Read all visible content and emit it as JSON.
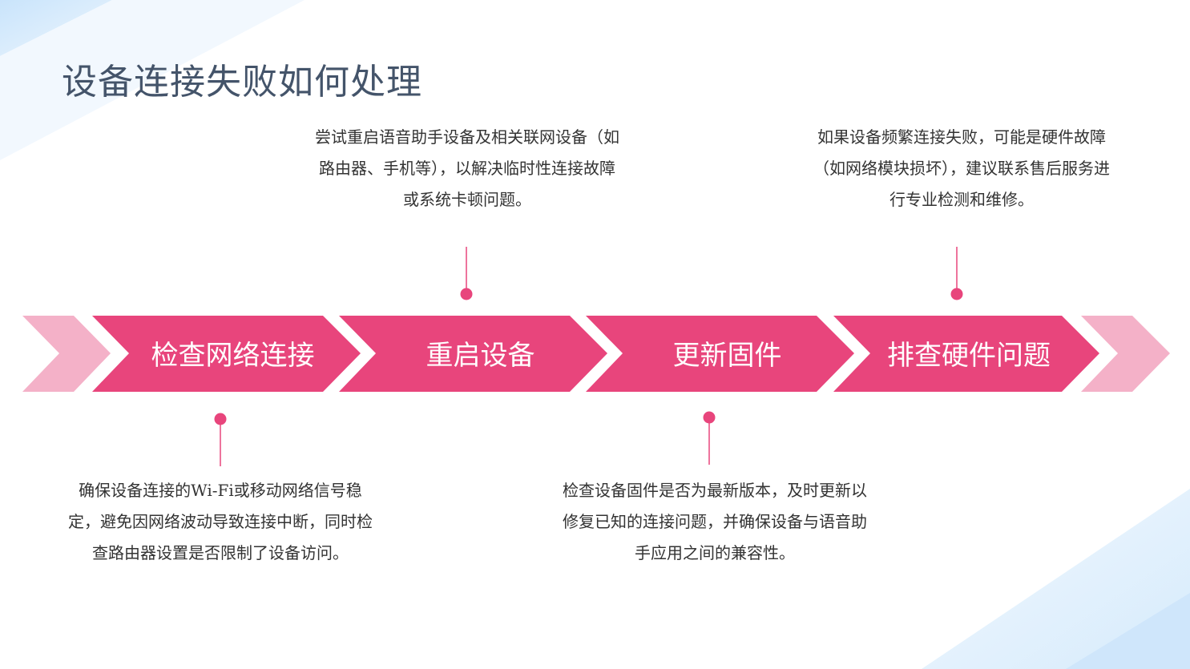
{
  "title": "设备连接失败如何处理",
  "colors": {
    "accent": "#e8457c",
    "accent_light": "#f4b1c8",
    "title": "#44546a",
    "text": "#333333"
  },
  "steps": [
    {
      "label": "检查网络连接",
      "description": "确保设备连接的Wi-Fi或移动网络信号稳定，避免因网络波动导致连接中断，同时检查路由器设置是否限制了设备访问。",
      "position": "bottom"
    },
    {
      "label": "重启设备",
      "description": "尝试重启语音助手设备及相关联网设备（如路由器、手机等），以解决临时性连接故障或系统卡顿问题。",
      "position": "top"
    },
    {
      "label": "更新固件",
      "description": "检查设备固件是否为最新版本，及时更新以修复已知的连接问题，并确保设备与语音助手应用之间的兼容性。",
      "position": "bottom"
    },
    {
      "label": "排查硬件问题",
      "description": "如果设备频繁连接失败，可能是硬件故障（如网络模块损坏），建议联系售后服务进行专业检测和维修。",
      "position": "top"
    }
  ]
}
